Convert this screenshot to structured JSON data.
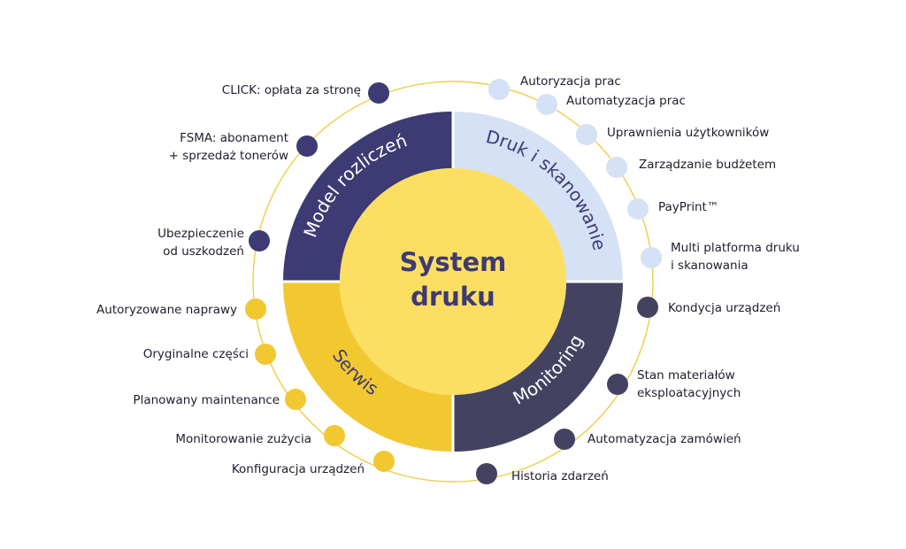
{
  "colors": {
    "billing": "#3e3a73",
    "print": "#d5e1f5",
    "monitoring": "#434361",
    "service": "#f2c831",
    "center": "#fcde62",
    "outer_ring": "#f0cc4a",
    "center_text": "#3e3a73"
  },
  "center": {
    "line1": "System",
    "line2": "druku"
  },
  "segments": {
    "billing": "Model rozliczeń",
    "print": "Druk i skanowanie",
    "monitoring": "Monitoring",
    "service": "Serwis"
  },
  "items": {
    "billing": [
      "CLICK: opłata za stronę",
      "FSMA: abonament\n+ sprzedaż tonerów",
      "Ubezpieczenie\nod uszkodzeń"
    ],
    "print": [
      "Autoryzacja prac",
      "Automatyzacja prac",
      "Uprawnienia użytkowników",
      "Zarządzanie budżetem",
      "PayPrint™",
      "Multi platforma druku\ni skanowania"
    ],
    "monitoring": [
      "Kondycja urządzeń",
      "Stan materiałów\neksploatacyjnych",
      "Automatyzacja zamówień",
      "Historia zdarzeń"
    ],
    "service": [
      "Autoryzowane naprawy",
      "Oryginalne części",
      "Planowany maintenance",
      "Monitorowanie zużycia",
      "Konfiguracja urządzeń"
    ]
  }
}
